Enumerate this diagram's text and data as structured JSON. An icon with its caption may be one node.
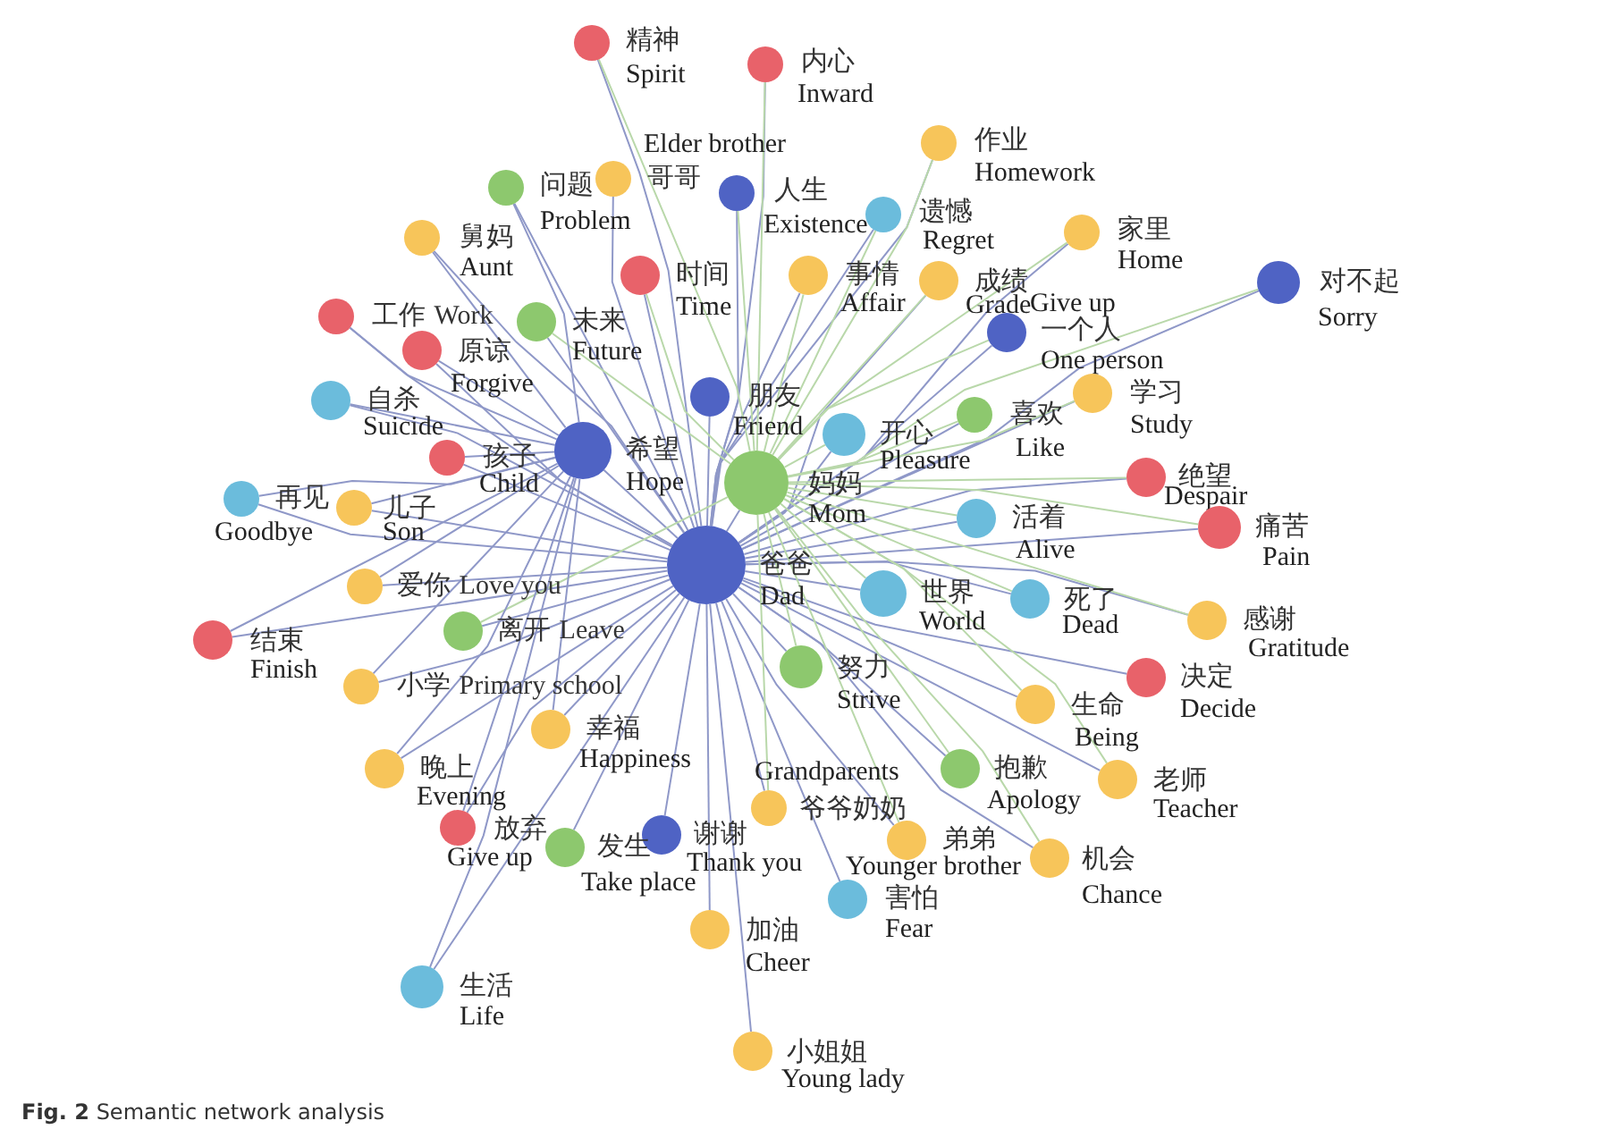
{
  "diagram": {
    "caption": "**Fig. 2** Semantic network analysis",
    "nodes": [
      {
        "text": [
          "精神",
          "Spirit"
        ]
      },
      {
        "text": [
          "内心",
          "Inward"
        ]
      },
      {
        "text": [
          "作业",
          "Homework"
        ]
      },
      {
        "text": [
          "问题",
          "Problem"
        ]
      },
      {
        "text": [
          "Elder brother",
          "哥哥"
        ]
      },
      {
        "text": [
          "人生",
          "Existence"
        ]
      },
      {
        "text": [
          "遗憾",
          "Regret"
        ]
      },
      {
        "text": [
          "家里",
          "Home"
        ]
      },
      {
        "text": [
          "舅妈",
          "Aunt"
        ]
      },
      {
        "text": [
          "时间",
          "Time"
        ]
      },
      {
        "text": [
          "事情",
          "Affair"
        ]
      },
      {
        "text": [
          "成绩",
          "Grade"
        ]
      },
      {
        "text": [
          "对不起",
          "Sorry"
        ]
      },
      {
        "text": [
          "工作",
          "Work"
        ]
      },
      {
        "text": [
          "未来",
          "Future"
        ]
      },
      {
        "text": [
          "一个人",
          "One person"
        ]
      },
      {
        "text": [
          "原谅",
          "Forgive"
        ]
      },
      {
        "text": [
          "自杀",
          "Suicide"
        ]
      },
      {
        "text": [
          "朋友",
          "Friend"
        ]
      },
      {
        "text": [
          "学习",
          "Study"
        ]
      },
      {
        "text": [
          "喜欢",
          "Like"
        ]
      },
      {
        "text": [
          "孩子",
          "Child"
        ]
      },
      {
        "text": [
          "希望",
          "Hope"
        ]
      },
      {
        "text": [
          "开心",
          "Pleasure"
        ]
      },
      {
        "text": [
          "妈妈",
          "Mom"
        ]
      },
      {
        "text": [
          "再见",
          "Goodbye"
        ]
      },
      {
        "text": [
          "儿子",
          "Son"
        ]
      },
      {
        "text": [
          "绝望",
          "Despair"
        ]
      },
      {
        "text": [
          "活着",
          "Alive"
        ]
      },
      {
        "text": [
          "痛苦",
          "Pain"
        ]
      },
      {
        "text": [
          "爸爸",
          "Dad"
        ]
      },
      {
        "text": [
          "爱你",
          "Love you"
        ]
      },
      {
        "text": [
          "世界",
          "World"
        ]
      },
      {
        "text": [
          "死了",
          "Dead"
        ]
      },
      {
        "text": [
          "感谢",
          "Gratitude"
        ]
      },
      {
        "text": [
          "结束",
          "Finish"
        ]
      },
      {
        "text": [
          "离开",
          "Leave"
        ]
      },
      {
        "text": [
          "小学",
          "Primary school"
        ]
      },
      {
        "text": [
          "努力",
          "Strive"
        ]
      },
      {
        "text": [
          "决定",
          "Decide"
        ]
      },
      {
        "text": [
          "生命",
          "Being"
        ]
      },
      {
        "text": [
          "幸福",
          "Happiness"
        ]
      },
      {
        "text": [
          "晚上",
          "Evening"
        ]
      },
      {
        "text": [
          "抱歉",
          "Apology"
        ]
      },
      {
        "text": [
          "老师",
          "Teacher"
        ]
      },
      {
        "text": [
          "Grandparents",
          "爷爷奶奶"
        ]
      },
      {
        "text": [
          "放弃",
          "Give up"
        ]
      },
      {
        "text": [
          "谢谢",
          "Thank you"
        ]
      },
      {
        "text": [
          "发生",
          "Take place"
        ]
      },
      {
        "text": [
          "弟弟",
          "Younger brother"
        ]
      },
      {
        "text": [
          "机会",
          "Chance"
        ]
      },
      {
        "text": [
          "害怕",
          "Fear"
        ]
      },
      {
        "text": [
          "加油",
          "Cheer"
        ]
      },
      {
        "text": [
          "生活",
          "Life"
        ]
      },
      {
        "text": [
          "小姐姐",
          "Young lady"
        ]
      }
    ],
    "edges": [
      {
        "from": 30,
        "to": 0,
        "arrow": "none"
      },
      {
        "from": 30,
        "to": 1,
        "arrow": "none"
      },
      {
        "from": 30,
        "to": 2,
        "arrow": "none"
      },
      {
        "from": 30,
        "to": 3,
        "arrow": "none"
      },
      {
        "from": 30,
        "to": 4,
        "arrow": "none"
      },
      {
        "from": 30,
        "to": 5,
        "arrow": "none"
      },
      {
        "from": 30,
        "to": 6,
        "arrow": "none"
      },
      {
        "from": 30,
        "to": 7,
        "arrow": "none"
      },
      {
        "from": 30,
        "to": 8,
        "arrow": "none"
      },
      {
        "from": 30,
        "to": 9,
        "arrow": "none"
      },
      {
        "from": 30,
        "to": 10,
        "arrow": "none"
      },
      {
        "from": 30,
        "to": 11,
        "arrow": "none"
      },
      {
        "from": 30,
        "to": 12,
        "arrow": "none"
      },
      {
        "from": 30,
        "to": 13,
        "arrow": "none"
      },
      {
        "from": 30,
        "to": 14,
        "arrow": "none"
      },
      {
        "from": 30,
        "to": 15,
        "arrow": "none"
      },
      {
        "from": 30,
        "to": 16,
        "arrow": "none"
      },
      {
        "from": 30,
        "to": 17,
        "arrow": "none"
      },
      {
        "from": 30,
        "to": 18,
        "arrow": "none"
      },
      {
        "from": 30,
        "to": 19,
        "arrow": "none"
      },
      {
        "from": 30,
        "to": 20,
        "arrow": "none"
      },
      {
        "from": 30,
        "to": 21,
        "arrow": "none"
      },
      {
        "from": 30,
        "to": 22,
        "arrow": "none"
      },
      {
        "from": 30,
        "to": 23,
        "arrow": "none"
      },
      {
        "from": 30,
        "to": 24,
        "arrow": "none"
      },
      {
        "from": 30,
        "to": 25,
        "arrow": "none"
      },
      {
        "from": 30,
        "to": 26,
        "arrow": "none"
      },
      {
        "from": 30,
        "to": 27,
        "arrow": "none"
      },
      {
        "from": 30,
        "to": 28,
        "arrow": "none"
      },
      {
        "from": 30,
        "to": 29,
        "arrow": "none"
      },
      {
        "from": 30,
        "to": 31,
        "arrow": "none"
      },
      {
        "from": 30,
        "to": 32,
        "arrow": "none"
      },
      {
        "from": 30,
        "to": 33,
        "arrow": "none"
      },
      {
        "from": 30,
        "to": 34,
        "arrow": "none"
      },
      {
        "from": 30,
        "to": 35,
        "arrow": "none"
      },
      {
        "from": 30,
        "to": 36,
        "arrow": "none"
      },
      {
        "from": 30,
        "to": 37,
        "arrow": "none"
      },
      {
        "from": 30,
        "to": 38,
        "arrow": "none"
      },
      {
        "from": 30,
        "to": 39,
        "arrow": "none"
      },
      {
        "from": 30,
        "to": 40,
        "arrow": "none"
      },
      {
        "from": 30,
        "to": 41,
        "arrow": "none"
      },
      {
        "from": 30,
        "to": 42,
        "arrow": "none"
      },
      {
        "from": 30,
        "to": 43,
        "arrow": "none"
      },
      {
        "from": 30,
        "to": 44,
        "arrow": "none"
      },
      {
        "from": 30,
        "to": 45,
        "arrow": "none"
      },
      {
        "from": 30,
        "to": 46,
        "arrow": "none"
      },
      {
        "from": 30,
        "to": 47,
        "arrow": "none"
      },
      {
        "from": 30,
        "to": 48,
        "arrow": "none"
      },
      {
        "from": 30,
        "to": 49,
        "arrow": "none"
      },
      {
        "from": 30,
        "to": 50,
        "arrow": "none"
      },
      {
        "from": 30,
        "to": 51,
        "arrow": "none"
      },
      {
        "from": 30,
        "to": 52,
        "arrow": "none"
      },
      {
        "from": 30,
        "to": 53,
        "arrow": "none"
      },
      {
        "from": 30,
        "to": 54,
        "arrow": "none"
      },
      {
        "from": 24,
        "to": 0,
        "arrow": "none",
        "color": "#b9d8aa"
      },
      {
        "from": 24,
        "to": 1,
        "arrow": "none",
        "color": "#b9d8aa"
      },
      {
        "from": 24,
        "to": 2,
        "arrow": "none",
        "color": "#b9d8aa"
      },
      {
        "from": 24,
        "to": 5,
        "arrow": "none",
        "color": "#b9d8aa"
      },
      {
        "from": 24,
        "to": 6,
        "arrow": "none",
        "color": "#b9d8aa"
      },
      {
        "from": 24,
        "to": 7,
        "arrow": "none",
        "color": "#b9d8aa"
      },
      {
        "from": 24,
        "to": 9,
        "arrow": "none",
        "color": "#b9d8aa"
      },
      {
        "from": 24,
        "to": 10,
        "arrow": "none",
        "color": "#b9d8aa"
      },
      {
        "from": 24,
        "to": 11,
        "arrow": "none",
        "color": "#b9d8aa"
      },
      {
        "from": 24,
        "to": 12,
        "arrow": "none",
        "color": "#b9d8aa"
      },
      {
        "from": 24,
        "to": 14,
        "arrow": "none",
        "color": "#b9d8aa"
      },
      {
        "from": 24,
        "to": 15,
        "arrow": "none",
        "color": "#b9d8aa"
      },
      {
        "from": 24,
        "to": 19,
        "arrow": "none",
        "color": "#b9d8aa"
      },
      {
        "from": 24,
        "to": 20,
        "arrow": "none",
        "color": "#b9d8aa"
      },
      {
        "from": 24,
        "to": 23,
        "arrow": "none",
        "color": "#b9d8aa"
      },
      {
        "from": 24,
        "to": 27,
        "arrow": "none",
        "color": "#b9d8aa"
      },
      {
        "from": 24,
        "to": 28,
        "arrow": "none",
        "color": "#b9d8aa"
      },
      {
        "from": 24,
        "to": 29,
        "arrow": "none",
        "color": "#b9d8aa"
      },
      {
        "from": 24,
        "to": 32,
        "arrow": "none",
        "color": "#b9d8aa"
      },
      {
        "from": 24,
        "to": 33,
        "arrow": "none",
        "color": "#b9d8aa"
      },
      {
        "from": 24,
        "to": 34,
        "arrow": "none",
        "color": "#b9d8aa"
      },
      {
        "from": 24,
        "to": 36,
        "arrow": "none",
        "color": "#b9d8aa"
      },
      {
        "from": 24,
        "to": 38,
        "arrow": "none",
        "color": "#b9d8aa"
      },
      {
        "from": 24,
        "to": 40,
        "arrow": "none",
        "color": "#b9d8aa"
      },
      {
        "from": 24,
        "to": 43,
        "arrow": "none",
        "color": "#b9d8aa"
      },
      {
        "from": 24,
        "to": 44,
        "arrow": "none",
        "color": "#b9d8aa"
      },
      {
        "from": 24,
        "to": 45,
        "arrow": "none",
        "color": "#b9d8aa"
      },
      {
        "from": 24,
        "to": 49,
        "arrow": "none",
        "color": "#b9d8aa"
      },
      {
        "from": 24,
        "to": 50,
        "arrow": "none",
        "color": "#b9d8aa"
      },
      {
        "from": 22,
        "to": 3,
        "arrow": "none"
      },
      {
        "from": 22,
        "to": 8,
        "arrow": "none"
      },
      {
        "from": 22,
        "to": 13,
        "arrow": "none"
      },
      {
        "from": 22,
        "to": 16,
        "arrow": "none"
      },
      {
        "from": 22,
        "to": 17,
        "arrow": "none"
      },
      {
        "from": 22,
        "to": 21,
        "arrow": "none"
      },
      {
        "from": 22,
        "to": 25,
        "arrow": "none"
      },
      {
        "from": 22,
        "to": 26,
        "arrow": "none"
      },
      {
        "from": 22,
        "to": 31,
        "arrow": "none"
      },
      {
        "from": 22,
        "to": 35,
        "arrow": "none"
      },
      {
        "from": 22,
        "to": 37,
        "arrow": "none"
      },
      {
        "from": 22,
        "to": 41,
        "arrow": "none"
      },
      {
        "from": 22,
        "to": 42,
        "arrow": "none"
      },
      {
        "from": 22,
        "to": 46,
        "arrow": "none"
      },
      {
        "from": 22,
        "to": 53,
        "arrow": "none"
      }
    ],
    "labels": [
      "Give up"
    ]
  }
}
